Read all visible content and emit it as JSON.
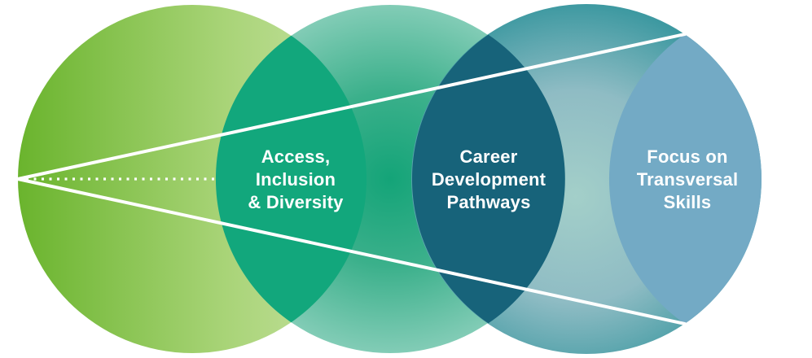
{
  "diagram": {
    "type": "venn-chain",
    "background": "#ffffff",
    "labels": {
      "access": "Access,\nInclusion\n& Diversity",
      "career": "Career\nDevelopment\nPathways",
      "focus": "Focus on\nTransversal\nSkills"
    },
    "colors": {
      "text": "#ffffff",
      "line": "#ffffff",
      "circle_green_gradient": [
        "#6ab42d",
        "#a9d478",
        "#c9e3a5"
      ],
      "circle_teal_gradient": [
        "#14a478",
        "#3bb08b",
        "#82ccb6"
      ],
      "circle_blue_gradient": [
        "#a3cfc9",
        "#8fbcc4",
        "#3e99a1"
      ],
      "lens_access": "#12a77c",
      "lens_career": "#17637a",
      "lens_focus": "#73aac5"
    }
  }
}
